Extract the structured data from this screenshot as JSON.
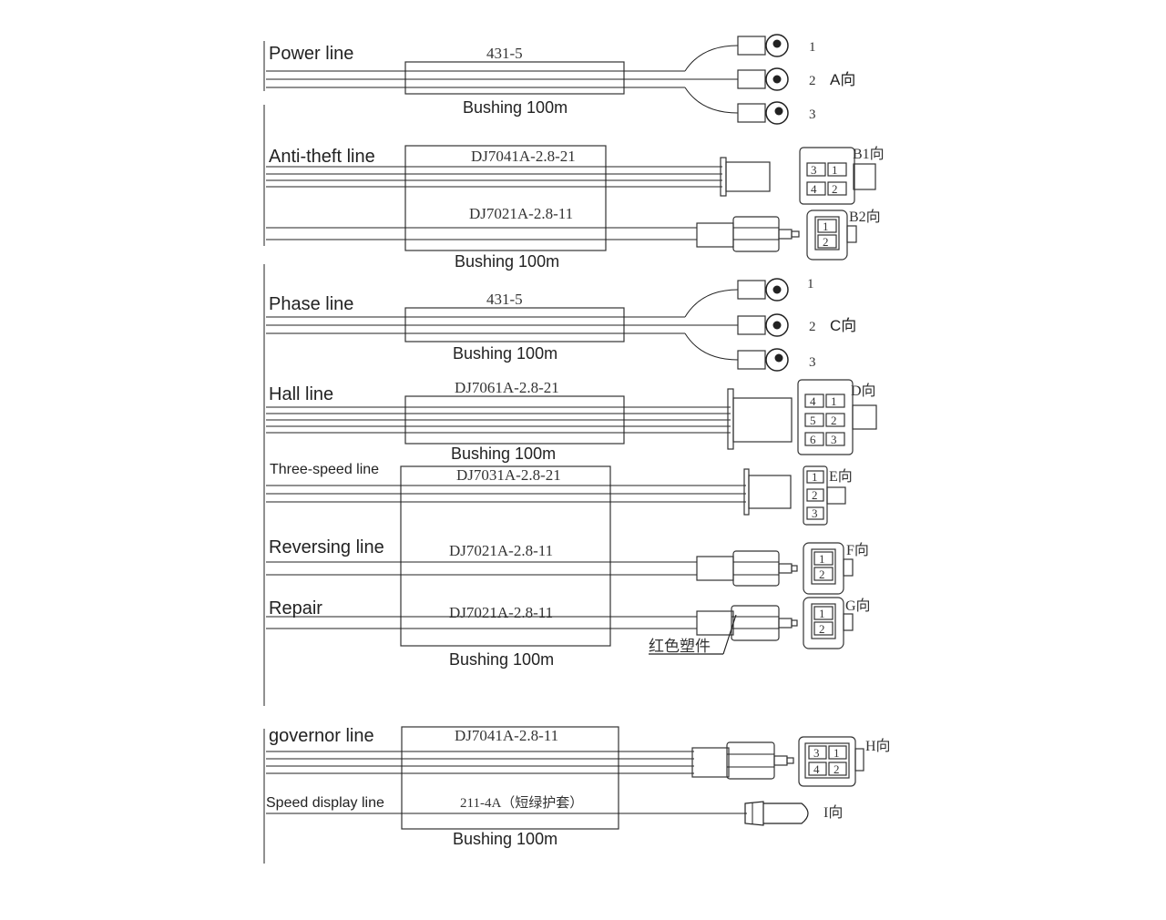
{
  "lines": {
    "power": "Power line",
    "anti_theft": "Anti-theft line",
    "phase": "Phase line",
    "hall": "Hall line",
    "three_speed": "Three-speed line",
    "reversing": "Reversing line",
    "repair": "Repair",
    "governor": "governor line",
    "speed_display": "Speed display line"
  },
  "codes": {
    "power": "431-5",
    "anti_theft": "DJ7041A-2.8-21",
    "anti_theft_2": "DJ7021A-2.8-11",
    "phase": "431-5",
    "hall": "DJ7061A-2.8-21",
    "three_speed": "DJ7031A-2.8-21",
    "reversing": "DJ7021A-2.8-11",
    "repair": "DJ7021A-2.8-11",
    "governor": "DJ7041A-2.8-11",
    "speed_display": "211-4A（短绿护套）"
  },
  "bushing": "Bushing 100m",
  "directions": {
    "a": "A向",
    "b1": "B1向",
    "b2": "B2向",
    "c": "C向",
    "d": "D向",
    "e": "E向",
    "f": "F向",
    "g": "G向",
    "h": "H向",
    "i": "I向"
  },
  "pins": {
    "p1": "1",
    "p2": "2",
    "p3": "3",
    "p4": "4",
    "p5": "5",
    "p6": "6"
  },
  "red_plastic_note": "红色塑件"
}
